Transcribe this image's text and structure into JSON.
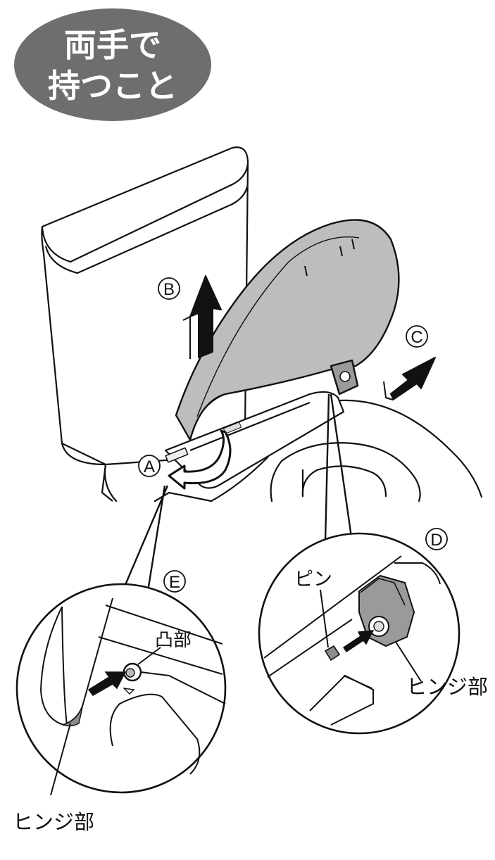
{
  "badge": {
    "line1": "両手で",
    "line2": "持つこと",
    "color": "#6e6e6e"
  },
  "steps": {
    "a": "A",
    "b": "B",
    "c": "C",
    "d": "D",
    "e": "E"
  },
  "callouts": {
    "pin": "ピン",
    "hinge_right": "ヒンジ部",
    "hinge_left": "ヒンジ部",
    "boss": "凸部"
  },
  "colors": {
    "lid_fill": "#bdbdbd",
    "line": "#111111",
    "pin_fill": "#8c8c8c"
  }
}
